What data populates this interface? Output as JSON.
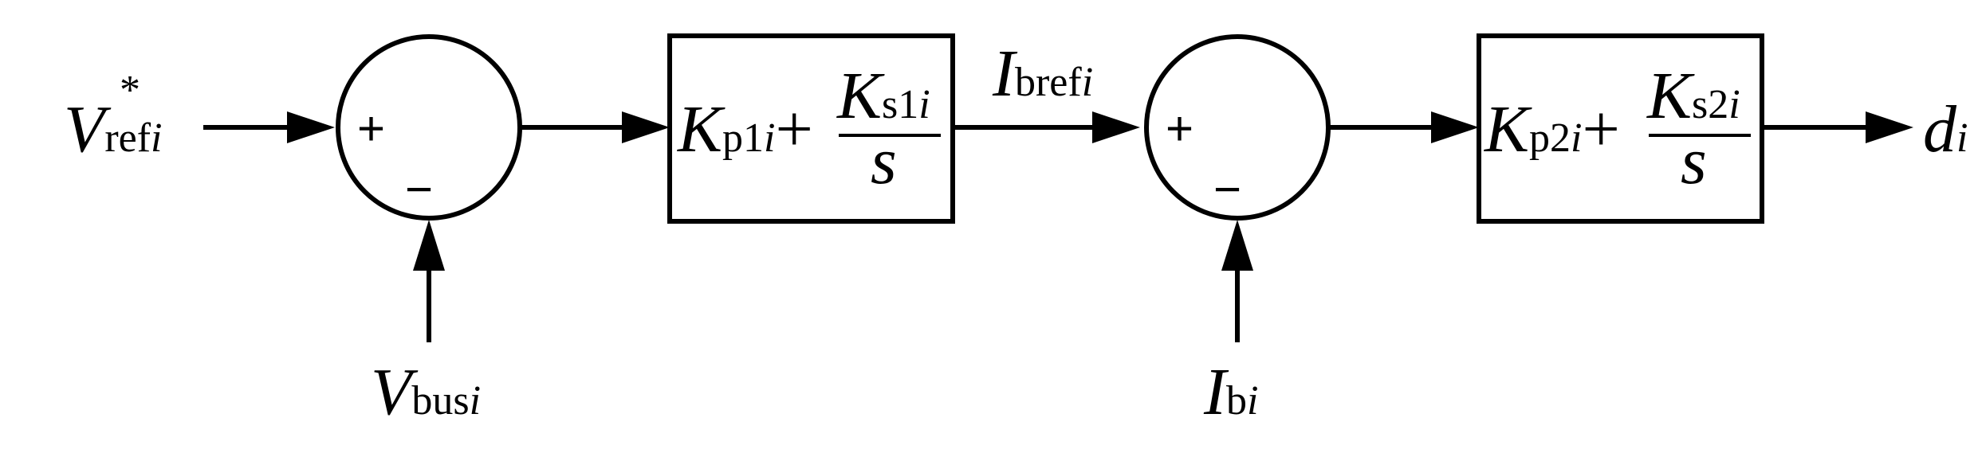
{
  "inputs": {
    "vref": {
      "main": "V",
      "sub": "ref",
      "sub_i": "i",
      "sup": "*"
    },
    "vbus": {
      "main": "V",
      "sub": "bus",
      "sub_i": "i"
    },
    "ibref": {
      "main": "I",
      "sub": "bref",
      "sub_i": "i"
    },
    "ib": {
      "main": "I",
      "sub": "b",
      "sub_i": "i"
    },
    "d": {
      "main": "d",
      "sub_i": "i"
    }
  },
  "summing_junctions": [
    {
      "plus": "+",
      "minus": "−"
    },
    {
      "plus": "+",
      "minus": "−"
    }
  ],
  "controllers": [
    {
      "kp": "K",
      "kp_sub": "p1",
      "kp_i": "i",
      "plus": "+",
      "ks": "K",
      "ks_sub": "s1",
      "ks_i": "i",
      "den": "s"
    },
    {
      "kp": "K",
      "kp_sub": "p2",
      "kp_i": "i",
      "plus": "+",
      "ks": "K",
      "ks_sub": "s2",
      "ks_i": "i",
      "den": "s"
    }
  ]
}
